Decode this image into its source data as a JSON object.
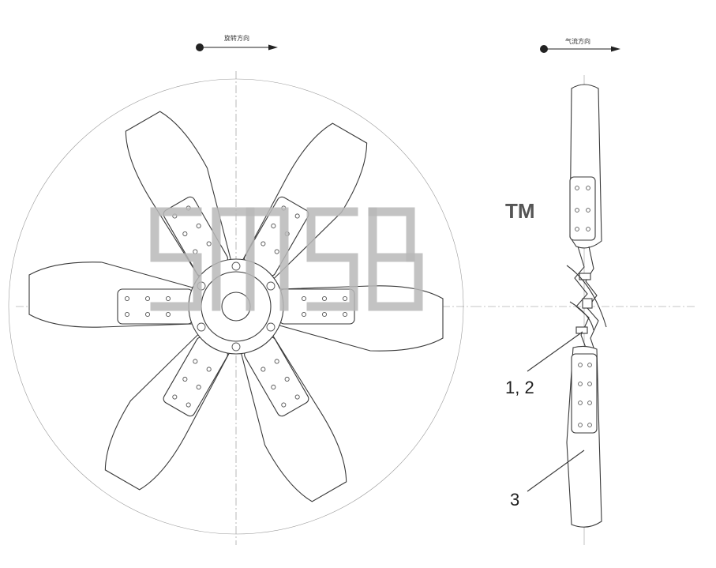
{
  "front_view": {
    "rotation_arrow_caption": "旋转方向"
  },
  "side_view": {
    "airflow_arrow_caption": "气流方向"
  },
  "callouts": [
    {
      "id": "1-2",
      "text": "1, 2"
    },
    {
      "id": "3",
      "text": "3"
    }
  ],
  "watermark": {
    "text": "SMSB",
    "trademark": "TM"
  },
  "colors": {
    "line": "#3a3a3a",
    "construction": "#9a9a9a",
    "watermark": "#b8b8b8"
  }
}
